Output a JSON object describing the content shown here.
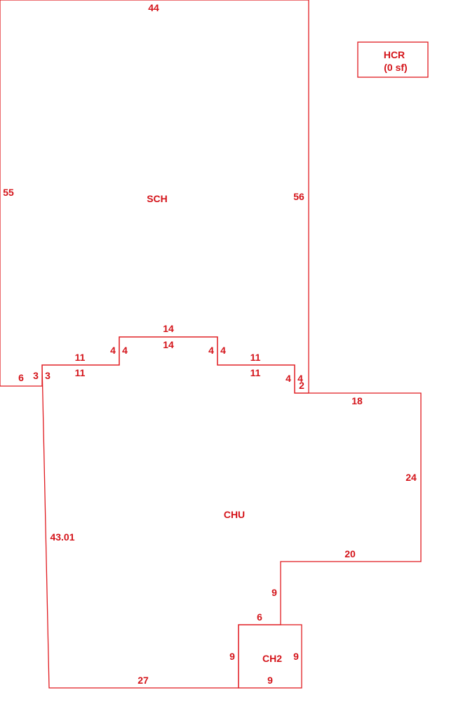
{
  "colors": {
    "line": "#e0191e",
    "text": "#d4141a",
    "background": "#ffffff"
  },
  "areas": {
    "sch": {
      "label": "SCH"
    },
    "chu": {
      "label": "CHU"
    },
    "ch2": {
      "label": "CH2"
    },
    "hcr": {
      "label": "HCR",
      "sublabel": "(0 sf)"
    }
  },
  "dimensions": {
    "sch_top": "44",
    "sch_left": "55",
    "sch_right": "56",
    "sch_bottom_left": "6",
    "sch_step_3": "3",
    "sch_step_11": "11",
    "sch_step_4_left": "4",
    "sch_step_14": "14",
    "sch_step_4_right": "4",
    "sch_step_11_right": "11",
    "sch_step_4_far": "4",
    "sch_step_2": "2",
    "chu_step_3": "3",
    "chu_step_11": "11",
    "chu_step_4_left": "4",
    "chu_step_14": "14",
    "chu_step_4_right": "4",
    "chu_step_11_right": "11",
    "chu_step_4_far": "4",
    "chu_top_right": "18",
    "chu_right": "24",
    "chu_notch_top": "20",
    "chu_notch_side": "9",
    "chu_notch_bottom": "6",
    "chu_left": "43.01",
    "chu_bottom": "27",
    "ch2_left": "9",
    "ch2_right": "9",
    "ch2_bottom": "9"
  }
}
